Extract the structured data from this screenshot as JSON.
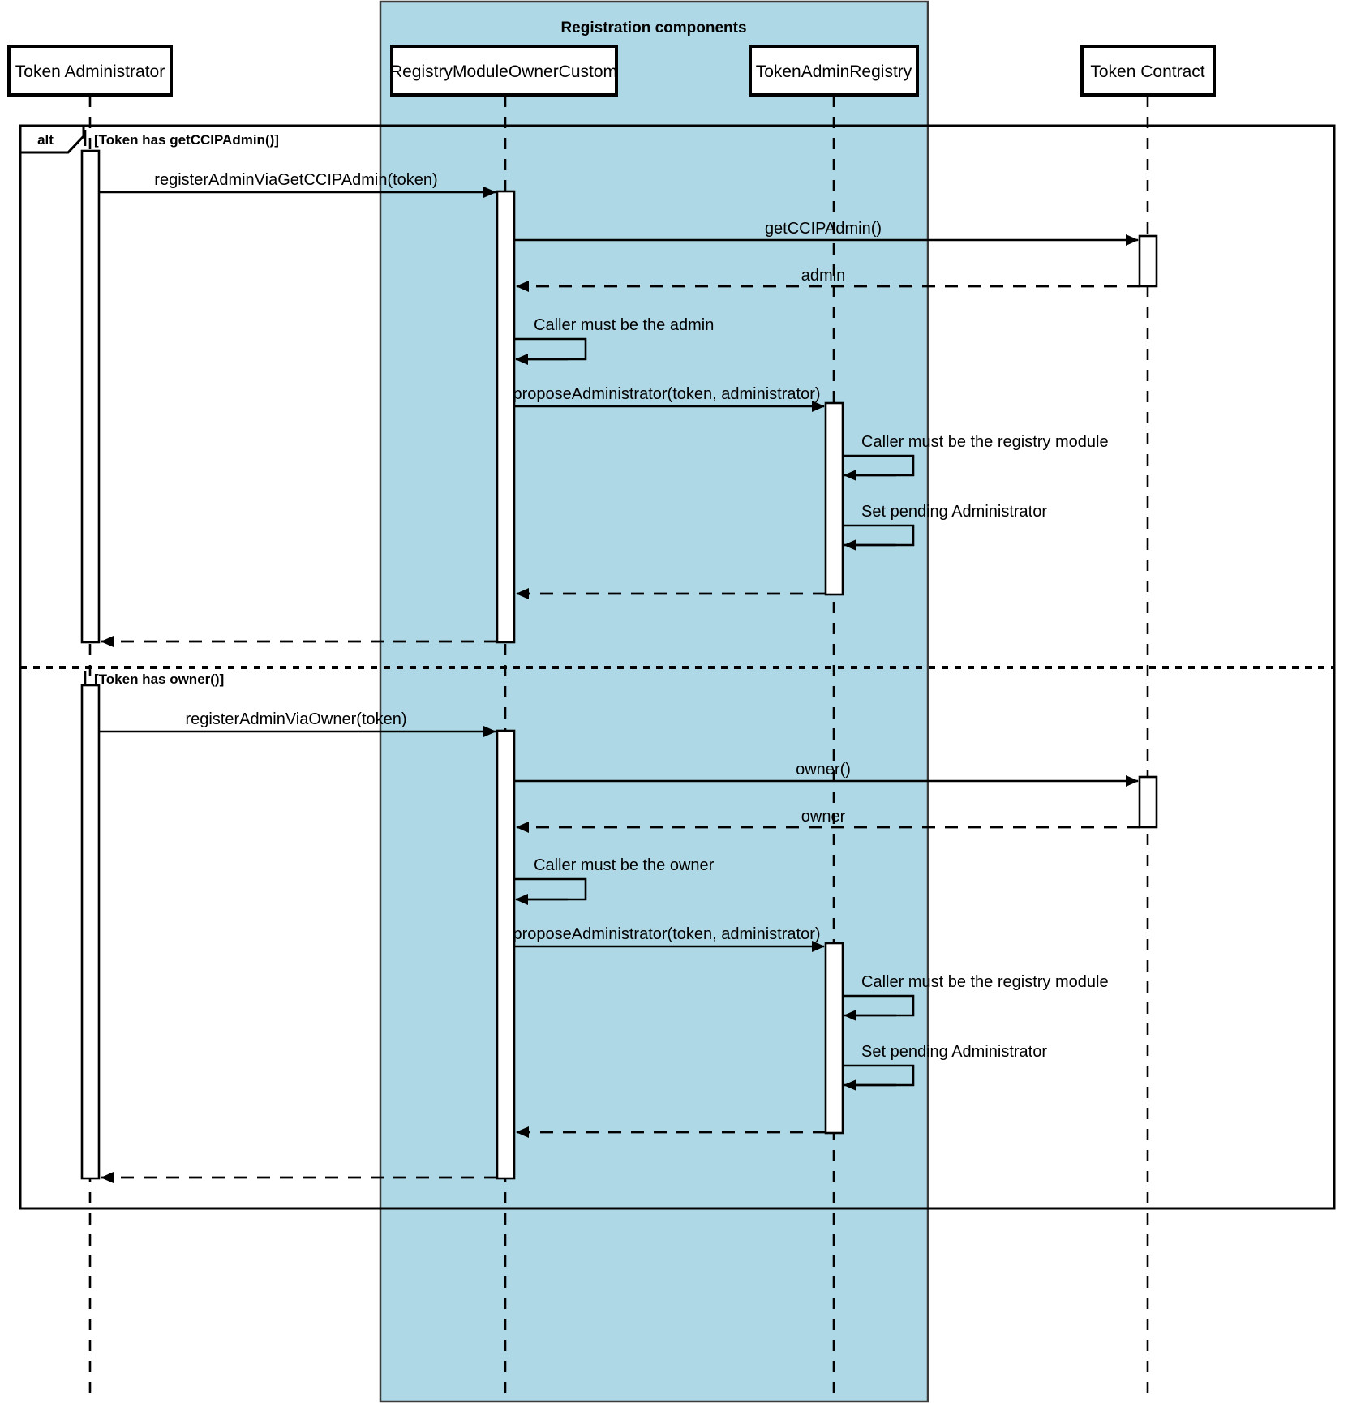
{
  "diagram": {
    "kind": "uml-sequence-diagram",
    "title": "Token administrator registration sequence"
  },
  "group": {
    "label": "Registration components",
    "fill_color": "#aed8e6"
  },
  "lifelines": [
    {
      "id": "admin",
      "label": "Token Administrator",
      "in_group": false
    },
    {
      "id": "registry",
      "label": "RegistryModuleOwnerCustom",
      "in_group": true
    },
    {
      "id": "tar",
      "label": "TokenAdminRegistry",
      "in_group": true
    },
    {
      "id": "token",
      "label": "Token Contract",
      "in_group": false
    }
  ],
  "fragment": {
    "operator": "alt",
    "sections": [
      {
        "guard": "[Token has getCCIPAdmin()]"
      },
      {
        "guard": "[Token has owner()]"
      }
    ]
  },
  "messages": [
    {
      "id": "m1",
      "label": "registerAdminViaGetCCIPAdmin(token)",
      "from": "admin",
      "to": "registry",
      "kind": "call",
      "section": 0
    },
    {
      "id": "m2",
      "label": "getCCIPAdmin()",
      "from": "registry",
      "to": "token",
      "kind": "call",
      "section": 0
    },
    {
      "id": "m3",
      "label": "admin",
      "from": "token",
      "to": "registry",
      "kind": "return",
      "section": 0
    },
    {
      "id": "m4",
      "label": "Caller must be the admin",
      "from": "registry",
      "to": "registry",
      "kind": "self",
      "section": 0
    },
    {
      "id": "m5",
      "label": "proposeAdministrator(token, administrator)",
      "from": "registry",
      "to": "tar",
      "kind": "call",
      "section": 0
    },
    {
      "id": "m6",
      "label": "Caller must be the registry module",
      "from": "tar",
      "to": "tar",
      "kind": "self",
      "section": 0
    },
    {
      "id": "m7",
      "label": "Set pending Administrator",
      "from": "tar",
      "to": "tar",
      "kind": "self",
      "section": 0
    },
    {
      "id": "m8",
      "label": "",
      "from": "tar",
      "to": "registry",
      "kind": "return",
      "section": 0
    },
    {
      "id": "m9",
      "label": "",
      "from": "registry",
      "to": "admin",
      "kind": "return",
      "section": 0
    },
    {
      "id": "m10",
      "label": "registerAdminViaOwner(token)",
      "from": "admin",
      "to": "registry",
      "kind": "call",
      "section": 1
    },
    {
      "id": "m11",
      "label": "owner()",
      "from": "registry",
      "to": "token",
      "kind": "call",
      "section": 1
    },
    {
      "id": "m12",
      "label": "owner",
      "from": "token",
      "to": "registry",
      "kind": "return",
      "section": 1
    },
    {
      "id": "m13",
      "label": "Caller must be the owner",
      "from": "registry",
      "to": "registry",
      "kind": "self",
      "section": 1
    },
    {
      "id": "m14",
      "label": "proposeAdministrator(token, administrator)",
      "from": "registry",
      "to": "tar",
      "kind": "call",
      "section": 1
    },
    {
      "id": "m15",
      "label": "Caller must be the registry module",
      "from": "tar",
      "to": "tar",
      "kind": "self",
      "section": 1
    },
    {
      "id": "m16",
      "label": "Set pending Administrator",
      "from": "tar",
      "to": "tar",
      "kind": "self",
      "section": 1
    },
    {
      "id": "m17",
      "label": "",
      "from": "tar",
      "to": "registry",
      "kind": "return",
      "section": 1
    },
    {
      "id": "m18",
      "label": "",
      "from": "registry",
      "to": "admin",
      "kind": "return",
      "section": 1
    }
  ]
}
